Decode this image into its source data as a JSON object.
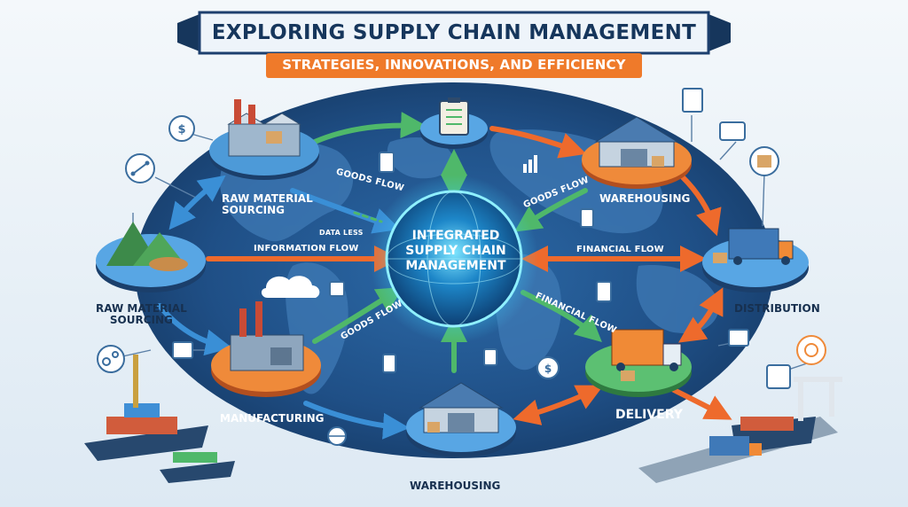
{
  "header": {
    "title": "EXPLORING SUPPLY CHAIN MANAGEMENT",
    "subtitle": "STRATEGIES, INNOVATIONS, AND EFFICIENCY"
  },
  "hub": {
    "line1": "INTEGRATED",
    "line2": "SUPPLY CHAIN",
    "line3": "MANAGEMENT"
  },
  "nodes": {
    "raw_material_top_line1": "RAW MATERIAL",
    "raw_material_top_line2": "SOURCING",
    "raw_material_left_line1": "RAW MATERIAL",
    "raw_material_left_line2": "SOURCING",
    "warehousing_top": "WAREHOUSING",
    "distribution": "DISTRIBUTION",
    "manufacturing": "MANUFACTURING",
    "delivery": "DELIVERY",
    "warehousing_bottom": "WAREHOUSING"
  },
  "flows": {
    "goods_flow_top": "GOODS FLOW",
    "data_less": "DATA LESS",
    "information_flow": "INFORMATION FLOW",
    "goods_flow_right": "GOODS FLOW",
    "financial_flow_right": "FINANCIAL FLOW",
    "goods_flow_lower": "GOODS FLOW",
    "financial_flow_lower": "FINANCIAL FLOW"
  },
  "colors": {
    "ocean": "#1f4f86",
    "hub_glow": "#3fd0ff",
    "orange_flow": "#ee6a2c",
    "green_flow": "#4fb86a",
    "blue_flow": "#3a8fd6",
    "banner_navy": "#1d3f6e",
    "banner_orange": "#ef7a2a"
  }
}
